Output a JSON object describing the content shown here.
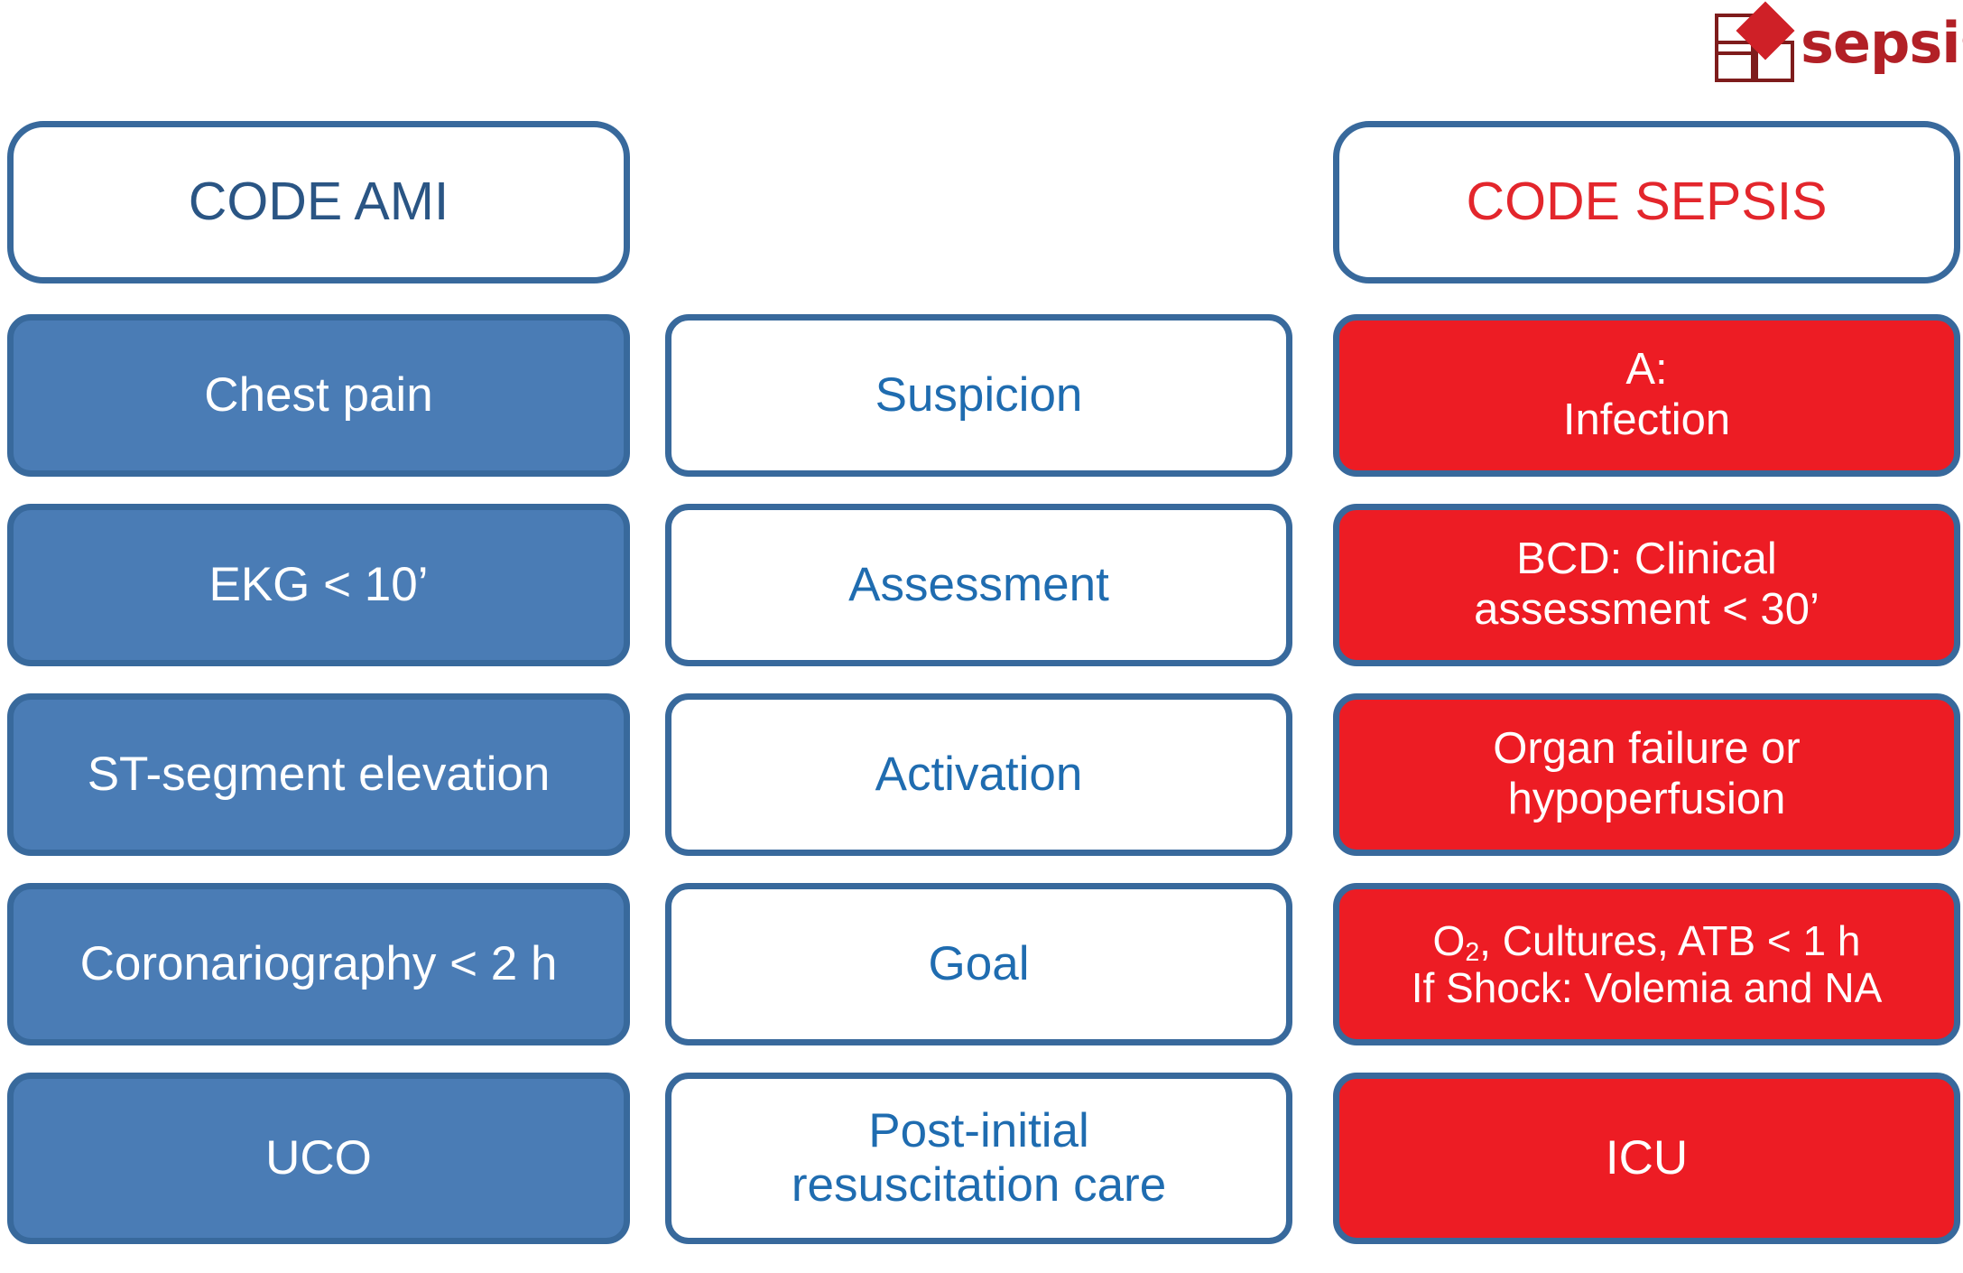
{
  "logo": {
    "word": "sepsis",
    "mark_name": "sepsis-squares-diamond-logo",
    "colors": {
      "diamond": "#cf2027",
      "square_outline": "#7e1c1c",
      "word": "#b22026"
    }
  },
  "colors": {
    "border_blue": "#38699c",
    "fill_blue": "#4a7cb5",
    "fill_red": "#ed1c24",
    "text_blue": "#1f6cb0",
    "head_ami_text": "#2a5584",
    "head_sepsis_text": "#e3262c",
    "background": "#ffffff"
  },
  "headers": {
    "left": "CODE AMI",
    "center": "",
    "right": "CODE SEPSIS"
  },
  "rows": [
    {
      "step": "suspicion",
      "ami": "Chest pain",
      "center": "Suspicion",
      "sepsis_line1": "A:",
      "sepsis_line2": "Infection"
    },
    {
      "step": "assessment",
      "ami": "EKG < 10’",
      "center": "Assessment",
      "sepsis_line1": "BCD: Clinical",
      "sepsis_line2": "assessment < 30’"
    },
    {
      "step": "activation",
      "ami": "ST-segment elevation",
      "center": "Activation",
      "sepsis_line1": "Organ failure or",
      "sepsis_line2": "hypoperfusion"
    },
    {
      "step": "goal",
      "ami": "Coronariography < 2 h",
      "center": "Goal",
      "sepsis_line1_pre": "O",
      "sepsis_line1_sub": "2",
      "sepsis_line1_post": ", Cultures, ATB < 1 h",
      "sepsis_line2": "If Shock: Volemia and NA"
    },
    {
      "step": "post-initial-care",
      "ami": "UCO",
      "center_line1": "Post-initial",
      "center_line2": "resuscitation care",
      "sepsis_line1": "ICU"
    }
  ]
}
